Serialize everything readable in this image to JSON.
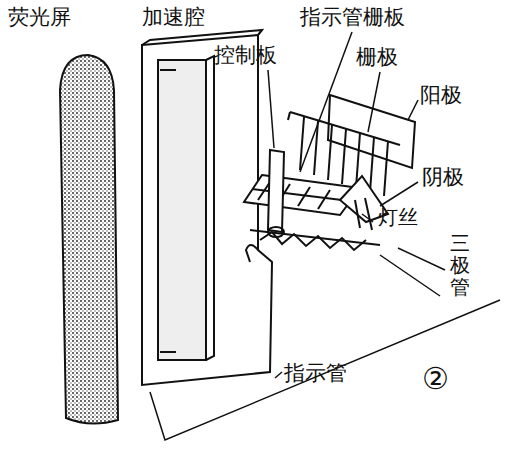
{
  "diagram": {
    "labels": [
      "荧光屏",
      "加速腔",
      "指示管栅板",
      "控制板",
      "栅极",
      "阳极",
      "阴极",
      "灯丝",
      "三极管",
      "指示管",
      "②"
    ]
  }
}
